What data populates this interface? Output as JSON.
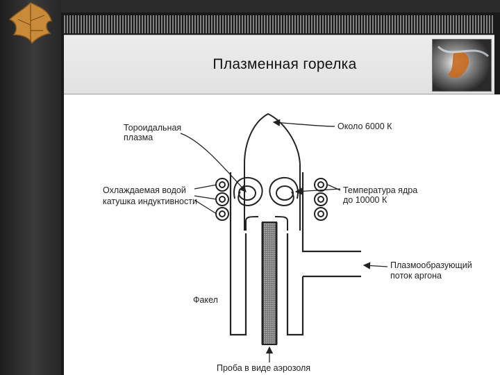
{
  "slide": {
    "title": "Плазменная горелка"
  },
  "diagram": {
    "labels": {
      "toroidal_line1": "Тороидальная",
      "toroidal_line2": "плазма",
      "temp_top": "Около 6000 К",
      "coil_line1": "Охлаждаемая водой",
      "coil_line2": "катушка индуктивности",
      "core_line1": "Температура ядра",
      "core_line2": "до 10000 К",
      "argon_line1": "Плазмообразующий",
      "argon_line2": "поток аргона",
      "torch": "Факел",
      "aerosol": "Проба в виде аэрозоля"
    }
  },
  "colors": {
    "background_dark": "#2b2b2b",
    "header_band": "#e6e6e6",
    "content_bg": "#ffffff",
    "ink": "#222222"
  }
}
